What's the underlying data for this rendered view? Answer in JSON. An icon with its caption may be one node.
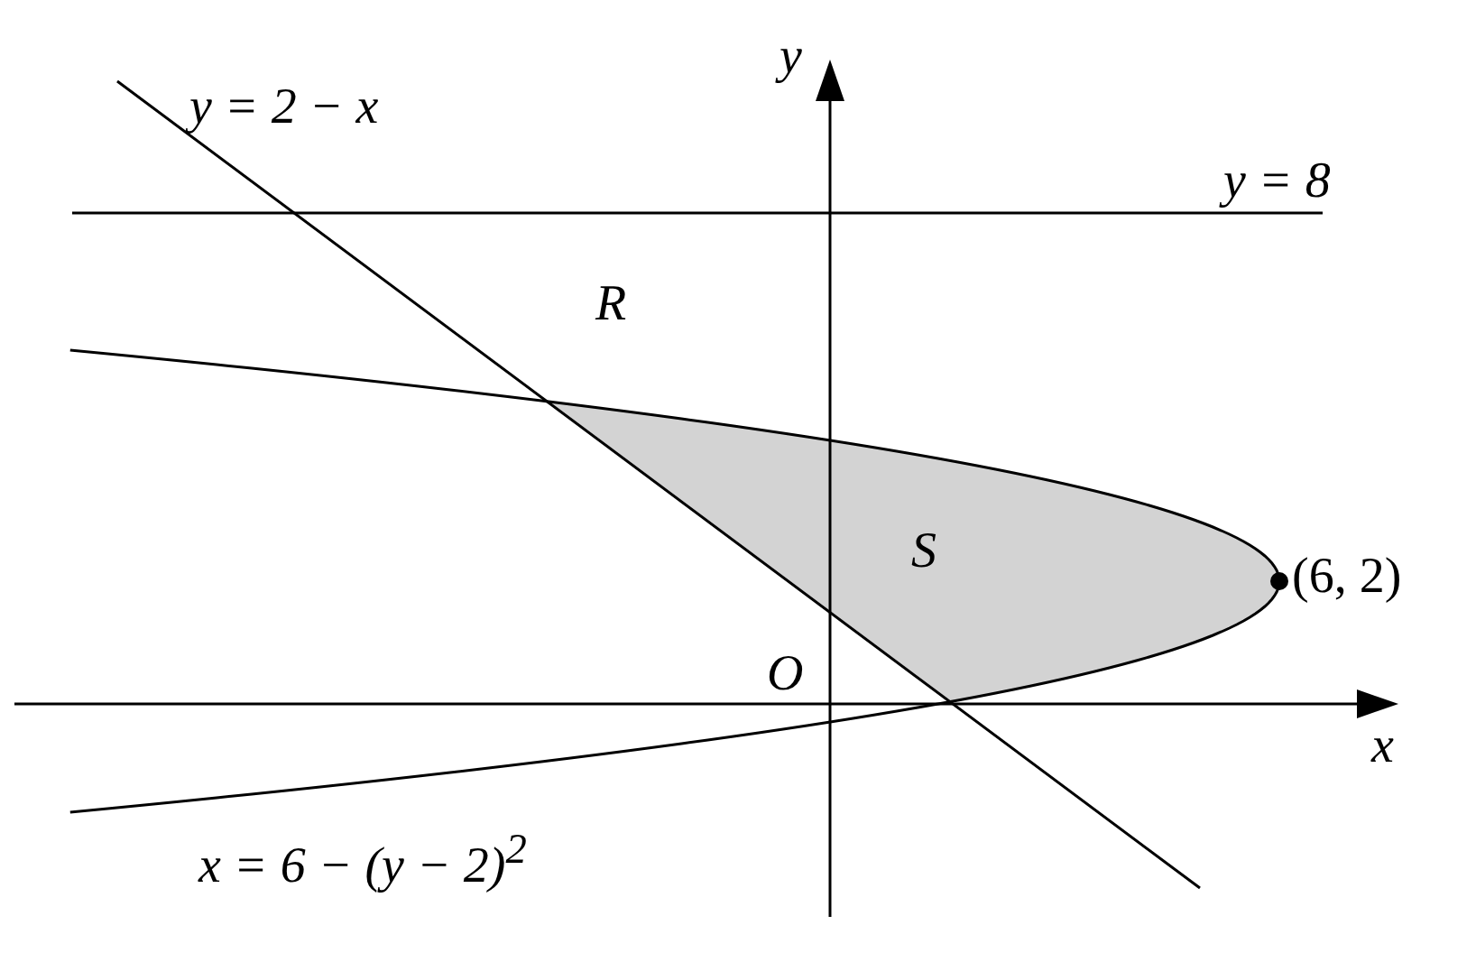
{
  "diagram": {
    "labels": [
      "y",
      "y = 2 − x",
      "y = 8",
      "R",
      "S",
      "(6, 2)",
      "O",
      "x",
      "x = 6 − (y − 2)$^{2}$"
    ]
  }
}
